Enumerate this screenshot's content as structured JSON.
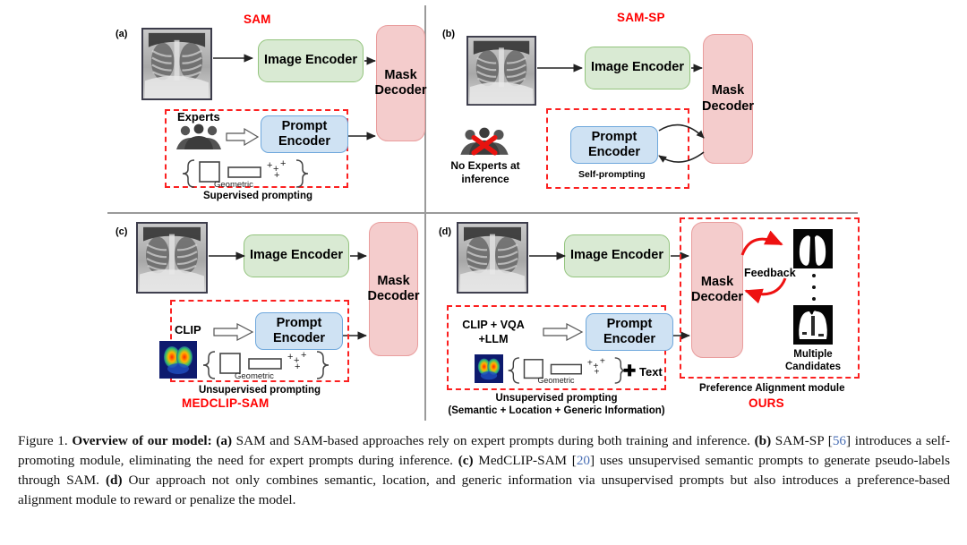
{
  "figure": {
    "panels": [
      {
        "tag": "(a)",
        "title": "SAM",
        "image_encoder": "Image Encoder",
        "mask_decoder": "Mask\nDecoder",
        "prompt_encoder": "Prompt\nEncoder",
        "source_label": "Experts",
        "geometric_label": "Geometric",
        "module_caption": "Supervised prompting",
        "thumb": "chest-xray"
      },
      {
        "tag": "(b)",
        "title": "SAM-SP",
        "image_encoder": "Image Encoder",
        "mask_decoder": "Mask\nDecoder",
        "prompt_encoder": "Prompt\nEncoder",
        "source_label": "No Experts at\ninference",
        "module_caption": "Self-prompting",
        "thumb": "chest-xray"
      },
      {
        "tag": "(c)",
        "title": "MEDCLIP-SAM",
        "image_encoder": "Image Encoder",
        "mask_decoder": "Mask\nDecoder",
        "prompt_encoder": "Prompt\nEncoder",
        "source_label": "CLIP",
        "geometric_label": "Geometric",
        "module_caption": "Unsupervised prompting",
        "thumb": "chest-xray",
        "thumb2": "clip-heatmap"
      },
      {
        "tag": "(d)",
        "title": "OURS",
        "image_encoder": "Image Encoder",
        "mask_decoder": "Mask\nDecoder",
        "prompt_encoder": "Prompt\nEncoder",
        "source_label": "CLIP + VQA\n+LLM",
        "geometric_label": "Geometric",
        "plus_text": "Text",
        "module_caption": "Unsupervised prompting",
        "module_caption2": "(Semantic + Location + Generic Information)",
        "feedback_label": "Feedback",
        "candidates_label": "Multiple\nCandidates",
        "alignment_caption": "Preference Alignment module",
        "thumb": "chest-xray",
        "thumb2": "clip-heatmap"
      }
    ],
    "colors": {
      "encoder_fill": "#d9ead3",
      "encoder_border": "#93c47d",
      "prompt_fill": "#cfe2f3",
      "prompt_border": "#6fa8dc",
      "decoder_fill": "#f4cccc",
      "decoder_border": "#e99d9d",
      "dashed_red": "#fc2020",
      "title_red": "#ff0000",
      "divider_gray": "#9a9a9a"
    }
  },
  "caption": {
    "figure_number": "Figure 1.",
    "lead": "Overview of our model:",
    "a_tag": "(a)",
    "a_text": " SAM and SAM-based approaches rely on expert prompts during both training and inference. ",
    "b_tag": "(b)",
    "b_text_1": " SAM-SP [",
    "b_ref": "56",
    "b_text_2": "] introduces a self-promoting module, eliminating the need for expert prompts during inference. ",
    "c_tag": "(c)",
    "c_text_1": " MedCLIP-SAM [",
    "c_ref": "20",
    "c_text_2": "] uses unsupervised semantic prompts to generate pseudo-labels through SAM. ",
    "d_tag": "(d)",
    "d_text": " Our approach not only combines semantic, location, and generic information via unsupervised prompts but also introduces a preference-based alignment module to reward or penalize the model."
  }
}
